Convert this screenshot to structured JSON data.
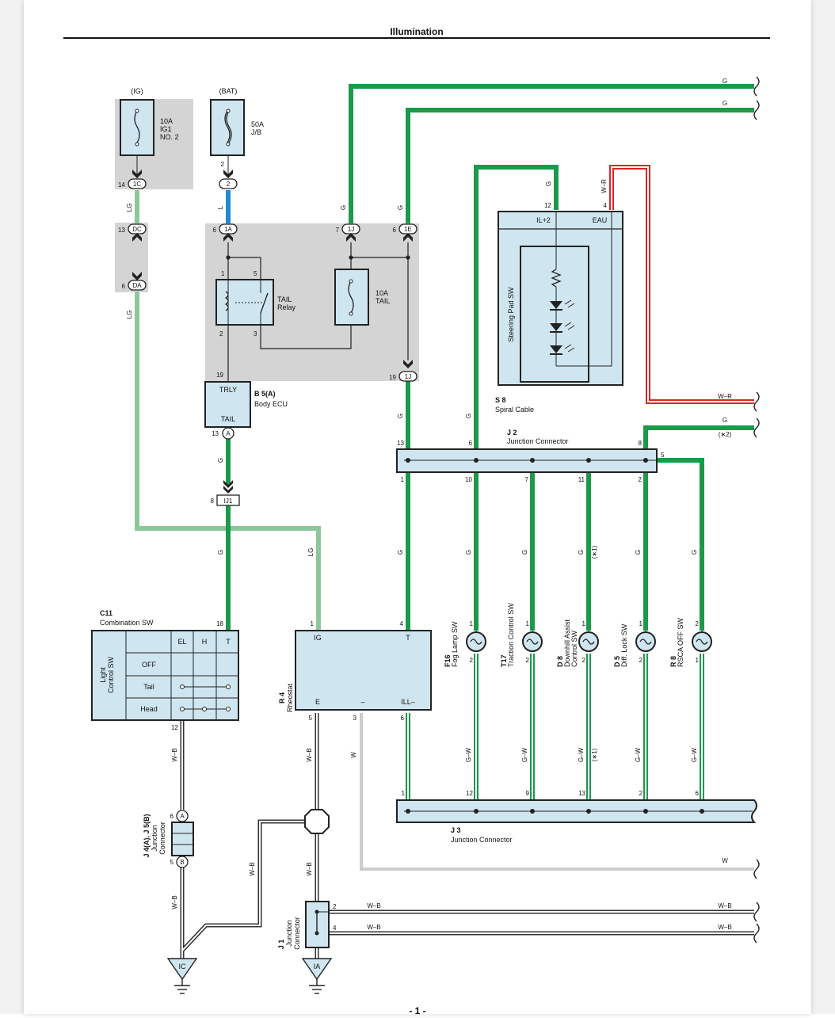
{
  "page": {
    "title": "Illumination",
    "page_number": "- 1 -"
  },
  "colors": {
    "green": "#1a9a4a",
    "light_green": "#8cc79a",
    "blue": "#1f8ad6",
    "red": "#d62828",
    "box_fill": "#cfe6f0",
    "shade": "#d4d4d4"
  },
  "fuses": {
    "ig_source": "(IG)",
    "bat_source": "(BAT)",
    "ig1_line1": "10A",
    "ig1_line2": "IG1",
    "ig1_line3": "NO. 2",
    "jb_line1": "50A",
    "jb_line2": "J/B",
    "tail_line1": "10A",
    "tail_line2": "TAIL"
  },
  "relay": {
    "line1": "TAIL",
    "line2": "Relay"
  },
  "connectors": {
    "c1C": "1C",
    "c2": "2",
    "cDC": "DC",
    "cDA": "DA",
    "c1A": "1A",
    "c1J": "1J",
    "c1E": "1E",
    "c1J2": "1J",
    "cA": "A",
    "cIJ1": "IJ1",
    "cA2": "A",
    "cB": "B"
  },
  "pins": {
    "p14": "14",
    "p13": "13",
    "p6": "6",
    "p2": "2",
    "p6b": "6",
    "p7": "7",
    "p6c": "6",
    "p1": "1",
    "p5": "5",
    "p2b": "2",
    "p3": "3",
    "p19": "19",
    "p19b": "19",
    "p13b": "13",
    "p8": "8",
    "p12": "12",
    "p4": "4",
    "p18": "18",
    "p1b": "1",
    "p4b": "4",
    "p5b": "5",
    "p3b": "3",
    "p6d": "6",
    "p12b": "12",
    "p6e": "6",
    "p5c": "5",
    "p2c": "2",
    "p4c": "4"
  },
  "wires": {
    "lg1": "LG",
    "lg2": "LG",
    "lg3": "LG",
    "l": "L",
    "g1": "G",
    "g2": "G",
    "g3": "G",
    "g4": "G",
    "g5": "G",
    "g_top1": "G",
    "g_top2": "G",
    "wr_v": "W–R",
    "wr_h": "W–R",
    "g_right": "G",
    "star2": "(∗2)",
    "g_lower": "G",
    "wb1": "W–B",
    "wb2": "W–B",
    "wb3": "W–B",
    "wb4": "W–B",
    "wb5": "W–B",
    "w1": "W",
    "w2": "W",
    "wb_h1": "W–B",
    "wb_h2": "W–B",
    "wb_h3": "W–B",
    "wb_h4": "W–B"
  },
  "body_ecu": {
    "code": "B 5(A)",
    "name": "Body ECU",
    "trly": "TRLY",
    "tail": "TAIL"
  },
  "spiral": {
    "code": "S 8",
    "name": "Spiral Cable",
    "il2": "IL+2",
    "eau": "EAU",
    "pad": "Steering Pad SW"
  },
  "j2": {
    "code": "J 2",
    "name": "Junction Connector",
    "top_pins": [
      "13",
      "6",
      "8"
    ],
    "right_pin": "5",
    "bottom_pins": [
      "1",
      "10",
      "7",
      "11",
      "2"
    ]
  },
  "combination": {
    "code": "C11",
    "name": "Combination SW",
    "col_headers": [
      "EL",
      "H",
      "T"
    ],
    "rows": [
      "OFF",
      "Tail",
      "Head"
    ],
    "side_label_1": "Light",
    "side_label_2": "Control SW"
  },
  "rheostat": {
    "code": "R 4",
    "name": "Rheostat",
    "ig": "IG",
    "t": "T",
    "e": "E",
    "minus": "–",
    "ill": "ILL–"
  },
  "switches": [
    {
      "code": "F16",
      "name": "Fog Lamp SW",
      "top_pin": "1",
      "bottom_pin": "2",
      "wire_top": "G",
      "wire_bottom": "G–W",
      "note": ""
    },
    {
      "code": "T17",
      "name": "Traction Control SW",
      "top_pin": "1",
      "bottom_pin": "2",
      "wire_top": "G",
      "wire_bottom": "G–W",
      "note": ""
    },
    {
      "code": "D 8",
      "name": "Downhill Assist",
      "name2": "Control SW",
      "top_pin": "1",
      "bottom_pin": "2",
      "wire_top": "G",
      "wire_bottom": "G–W",
      "note": "(∗1)"
    },
    {
      "code": "D 5",
      "name": "Diff. Lock SW",
      "top_pin": "1",
      "bottom_pin": "2",
      "wire_top": "G",
      "wire_bottom": "G–W",
      "note": ""
    },
    {
      "code": "R 8",
      "name": "RSCA OFF SW",
      "top_pin": "2",
      "bottom_pin": "1",
      "wire_top": "G",
      "wire_bottom": "G–W",
      "note": ""
    }
  ],
  "j3": {
    "code": "J 3",
    "name": "Junction Connector",
    "pins": [
      "1",
      "12",
      "9",
      "13",
      "2",
      "6"
    ]
  },
  "j4": {
    "code": "J 4(A), J 5(B)",
    "name1": "Junction",
    "name2": "Connector"
  },
  "j1": {
    "code": "J 1",
    "name1": "Junction",
    "name2": "Connector"
  },
  "grounds": {
    "ic": "IC",
    "ia": "IA"
  }
}
